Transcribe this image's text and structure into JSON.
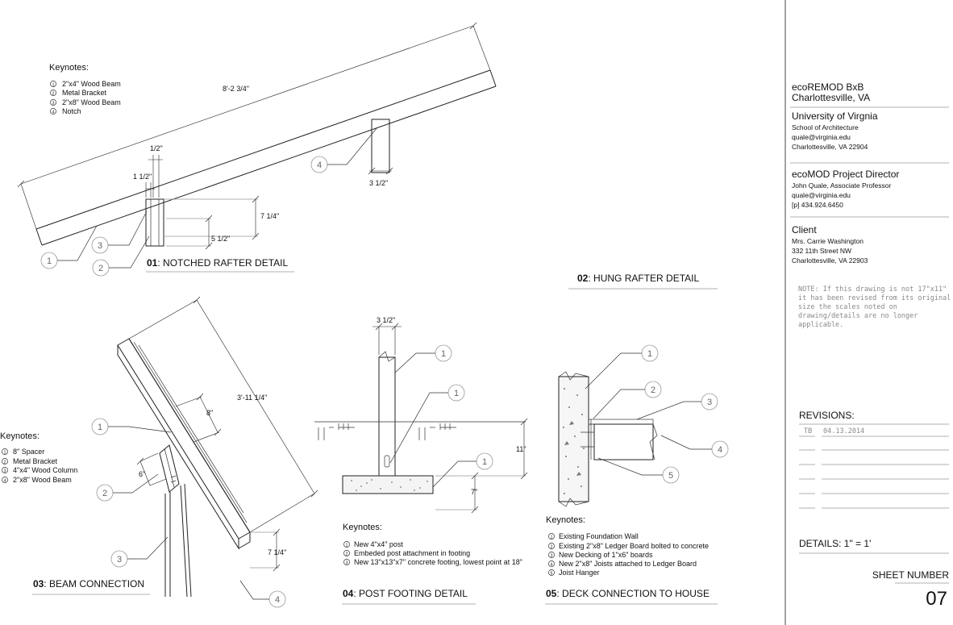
{
  "details": {
    "d01": {
      "num": "01",
      "title": "NOTCHED RAFTER DETAIL",
      "keynotes_heading": "Keynotes:",
      "keynotes": [
        "2\"x4\" Wood Beam",
        "Metal Bracket",
        "2\"x8\" Wood Beam",
        "Notch"
      ],
      "dims": {
        "length": "8'-2 3/4\"",
        "half": "1/2\"",
        "one_half": "1 1/2\"",
        "seven_quarter": "7 1/4\"",
        "five_half": "5 1/2\"",
        "three_half": "3 1/2\""
      }
    },
    "d02": {
      "num": "02",
      "title": "HUNG RAFTER DETAIL"
    },
    "d03": {
      "num": "03",
      "title": "BEAM CONNECTION",
      "keynotes_heading": "Keynotes:",
      "keynotes": [
        "8\" Spacer",
        "Metal Bracket",
        "4\"x4\" Wood Column",
        "2\"x8\" Wood Beam"
      ],
      "dims": {
        "length": "3'-11 1/4\"",
        "eight": "8\"",
        "six": "6\"",
        "seven_quarter": "7 1/4\""
      }
    },
    "d04": {
      "num": "04",
      "title": "POST FOOTING DETAIL",
      "keynotes_heading": "Keynotes:",
      "keynotes": [
        "New 4\"x4\" post",
        "Embeded post attachment in footing",
        "New 13\"x13\"x7\" concrete footing, lowest point at 18\""
      ],
      "dims": {
        "width": "3 1/2\"",
        "eleven": "11\"",
        "seven": "7\""
      }
    },
    "d05": {
      "num": "05",
      "title": "DECK CONNECTION TO HOUSE",
      "keynotes_heading": "Keynotes:",
      "keynotes": [
        "Existing Foundation Wall",
        "Existing 2\"x8\" Ledger Board bolted to concrete",
        "New Decking of 1\"x6\" boards",
        "New 2\"x8\" Joists attached to Ledger Board",
        "Joist Hanger"
      ]
    }
  },
  "bubbles": [
    "1",
    "2",
    "3",
    "4",
    "5"
  ],
  "title_block": {
    "project": "ecoREMOD BxB",
    "location": "Charlottesville, VA",
    "university": "University of Virgnia",
    "school": "School of Architecture",
    "school_email": "quale@virginia.edu",
    "school_city": "Charlottesville, VA 22904",
    "director_heading": "ecoMOD Project Director",
    "director_name": "John Quale, Associate Professor",
    "director_email": "quale@virginia.edu",
    "director_phone": "[p] 434.924.6450",
    "client_heading": "Client",
    "client_name": "Mrs. Carrie Washington",
    "client_street": "332 11th Street NW",
    "client_city": "Charlottesville, VA 22903",
    "note_lines": [
      "NOTE: If this drawing is not 17\"x11\"",
      "it has been revised from its original",
      "size the scales noted on",
      "drawing/details are no longer",
      "applicable."
    ],
    "revisions_heading": "REVISIONS:",
    "revision_initials": "TB",
    "revision_date": "04.13.2014",
    "scale": "DETAILS: 1\" = 1'",
    "sheet_label": "SHEET NUMBER",
    "sheet_number": "07"
  }
}
